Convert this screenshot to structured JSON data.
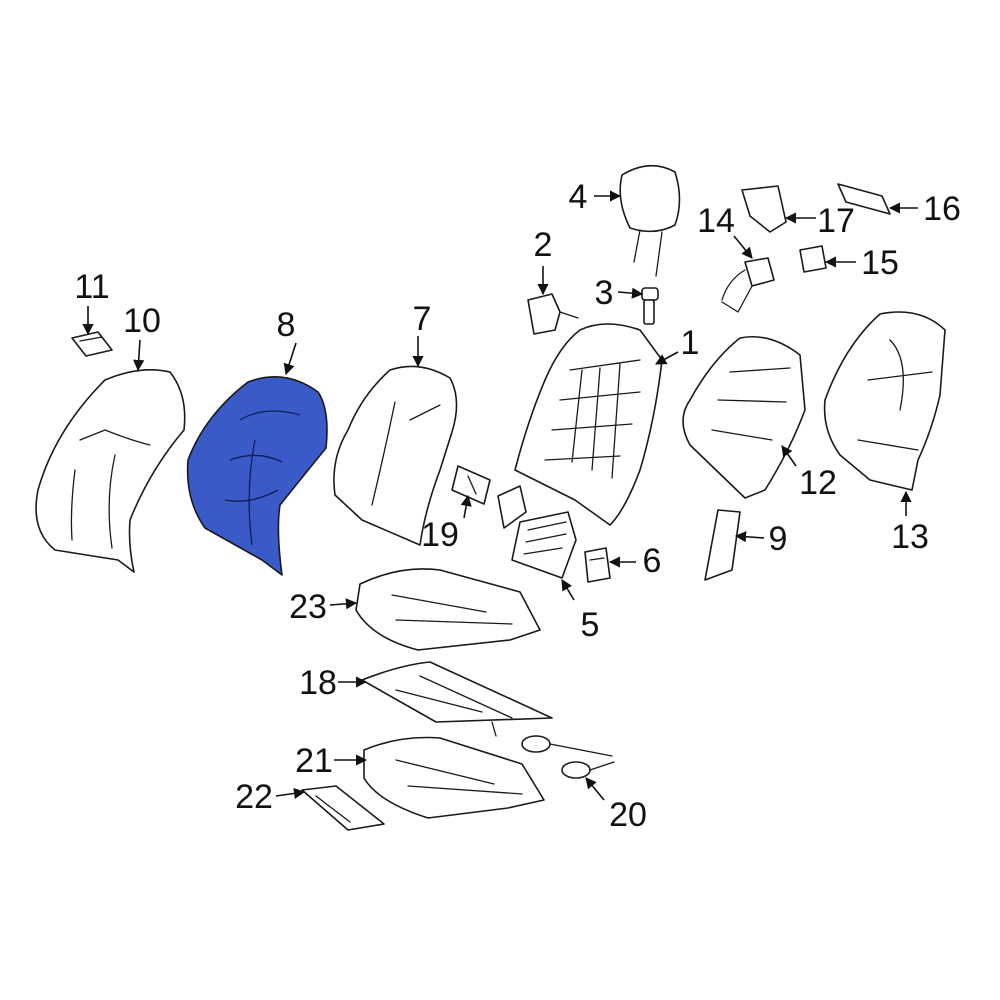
{
  "diagram": {
    "highlight_color": "#3a5bc7",
    "highlighted_part": "8",
    "callouts": {
      "c1": "1",
      "c2": "2",
      "c3": "3",
      "c4": "4",
      "c5": "5",
      "c6": "6",
      "c7": "7",
      "c8": "8",
      "c9": "9",
      "c10": "10",
      "c11": "11",
      "c12": "12",
      "c13": "13",
      "c14": "14",
      "c15": "15",
      "c16": "16",
      "c17": "17",
      "c18": "18",
      "c19": "19",
      "c20": "20",
      "c21": "21",
      "c22": "22",
      "c23": "23"
    }
  }
}
